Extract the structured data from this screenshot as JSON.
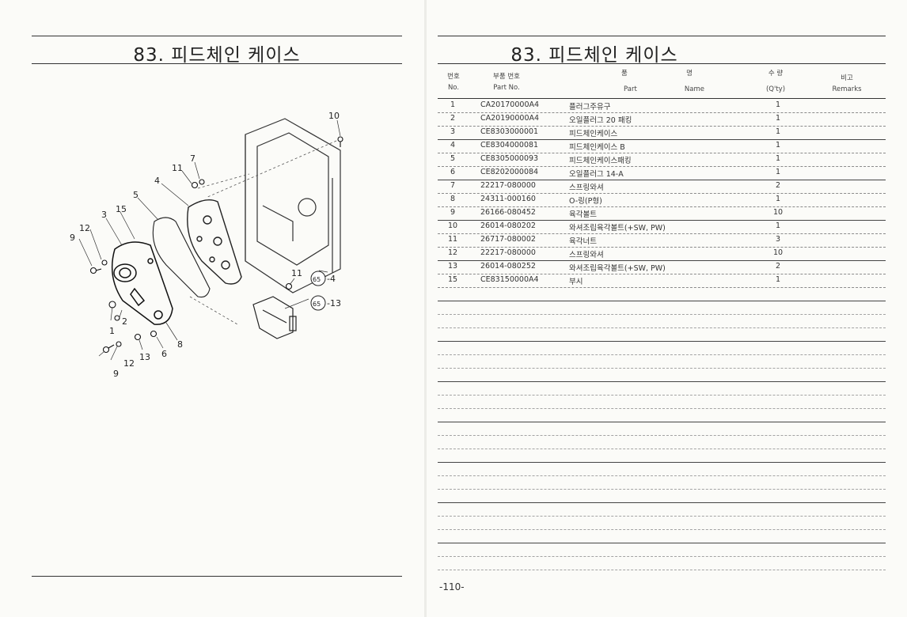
{
  "left": {
    "title": "83. 피드체인 케이스",
    "callouts": {
      "c1": "1",
      "c2": "2",
      "c3": "3",
      "c4": "4",
      "c5": "5",
      "c6": "6",
      "c7": "7",
      "c8": "8",
      "c9a": "9",
      "c9b": "9",
      "c10": "10",
      "c11a": "11",
      "c11b": "11",
      "c12a": "12",
      "c12b": "12",
      "c13": "13",
      "c15": "15",
      "ref65a": "65",
      "ref65a_suffix": "-4",
      "ref65b": "65",
      "ref65b_suffix": "-13"
    }
  },
  "right": {
    "title": "83. 피드체인 케이스",
    "headers": {
      "no_ko": "번호",
      "no_en": "No.",
      "pn_ko": "부품 번호",
      "pn_en": "Part No.",
      "nm_ko1": "품",
      "nm_ko2": "명",
      "nm_en1": "Part",
      "nm_en2": "Name",
      "qty_ko": "수 량",
      "qty_en": "(Q'ty)",
      "rm_ko": "비고",
      "rm_en": "Remarks"
    },
    "rows": [
      {
        "no": "1",
        "part_no": "CA20170000A4",
        "name": "플러그주유구",
        "qty": "1"
      },
      {
        "no": "2",
        "part_no": "CA20190000A4",
        "name": "오일플러그 20 패킹",
        "qty": "1"
      },
      {
        "no": "3",
        "part_no": "CE8303000001",
        "name": "피드체인케이스",
        "qty": "1"
      },
      {
        "no": "4",
        "part_no": "CE8304000081",
        "name": "피드체인케이스 B",
        "qty": "1"
      },
      {
        "no": "5",
        "part_no": "CE8305000093",
        "name": "피드체인케이스패킹",
        "qty": "1"
      },
      {
        "no": "6",
        "part_no": "CE8202000084",
        "name": "오일플러그 14-A",
        "qty": "1"
      },
      {
        "no": "7",
        "part_no": "22217-080000",
        "name": "스프링와셔",
        "qty": "2"
      },
      {
        "no": "8",
        "part_no": "24311-000160",
        "name": "O-링(P형)",
        "qty": "1"
      },
      {
        "no": "9",
        "part_no": "26166-080452",
        "name": "육각볼트",
        "qty": "10"
      },
      {
        "no": "10",
        "part_no": "26014-080202",
        "name": "와셔조립육각볼트(+SW, PW)",
        "qty": "1"
      },
      {
        "no": "11",
        "part_no": "26717-080002",
        "name": "육각너트",
        "qty": "3"
      },
      {
        "no": "12",
        "part_no": "22217-080000",
        "name": "스프링와셔",
        "qty": "10"
      },
      {
        "no": "13",
        "part_no": "26014-080252",
        "name": "와셔조립육각볼트(+SW, PW)",
        "qty": "2"
      },
      {
        "no": "15",
        "part_no": "CE83150000A4",
        "name": "부시",
        "qty": "1"
      }
    ],
    "page_number": "-110-"
  }
}
